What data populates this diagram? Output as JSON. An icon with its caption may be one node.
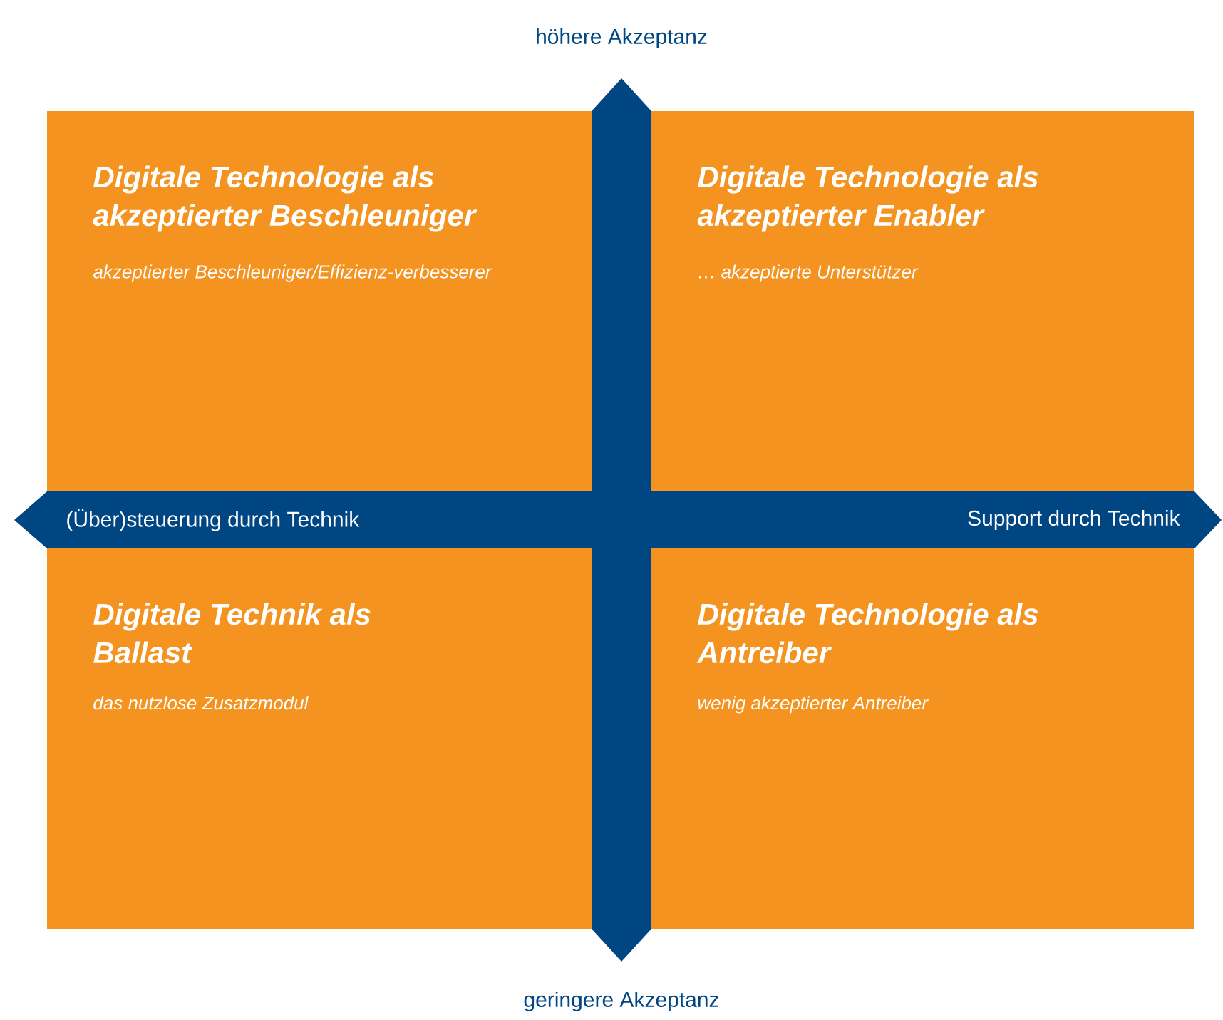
{
  "diagram": {
    "nodes": [
      {
        "text": [
          "Digitale Technologie als akzeptierter Beschleuniger",
          "akzeptierter Beschleuniger/Effizienz-verbesserer"
        ]
      },
      {
        "text": [
          "Digitale Technologie als akzeptierter Enabler",
          "… akzeptierte Unterstützer"
        ]
      },
      {
        "text": [
          "Digitale Technik als Ballast",
          "das nutzlose Zusatzmodul"
        ]
      },
      {
        "text": [
          "Digitale Technologie als Antreiber",
          "wenig akzeptierter Antreiber"
        ]
      }
    ],
    "labels": [
      "höhere Akzeptanz",
      "(Über)steuerung durch Technik",
      "Support durch Technik",
      "geringere Akzeptanz"
    ]
  }
}
